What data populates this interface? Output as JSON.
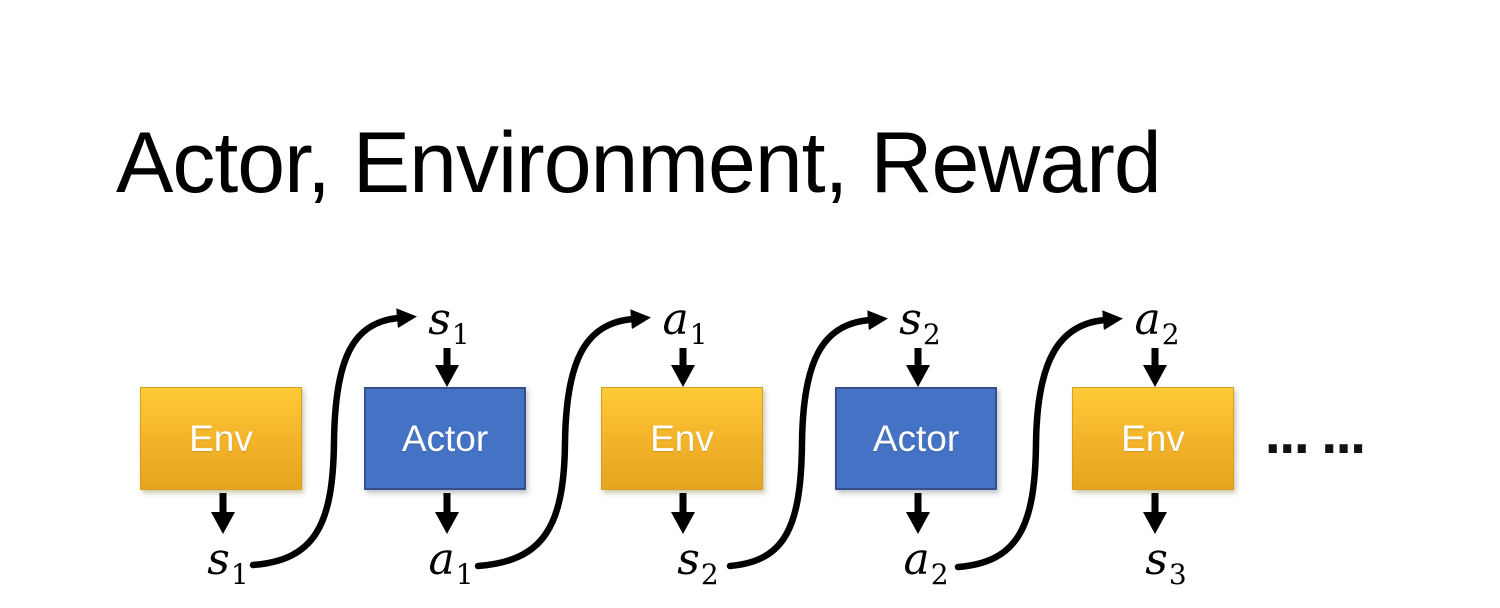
{
  "title": "Actor, Environment, Reward",
  "diagram": {
    "boxes": [
      {
        "label": "Env"
      },
      {
        "label": "Actor"
      },
      {
        "label": "Env"
      },
      {
        "label": "Actor"
      },
      {
        "label": "Env"
      }
    ],
    "top_labels": [
      {
        "var": "s",
        "sub": "1"
      },
      {
        "var": "a",
        "sub": "1"
      },
      {
        "var": "s",
        "sub": "2"
      },
      {
        "var": "a",
        "sub": "2"
      }
    ],
    "bottom_labels": [
      {
        "var": "s",
        "sub": "1"
      },
      {
        "var": "a",
        "sub": "1"
      },
      {
        "var": "s",
        "sub": "2"
      },
      {
        "var": "a",
        "sub": "2"
      },
      {
        "var": "s",
        "sub": "3"
      }
    ],
    "ellipsis": "... ...",
    "colors": {
      "env_gradient_top": "#FFCA38",
      "env_gradient_bottom": "#E4A51F",
      "env_border": "#D89E24",
      "actor_fill": "#4472C4",
      "actor_border": "#37508C",
      "arrow": "#000000",
      "title_color": "#000000"
    }
  }
}
